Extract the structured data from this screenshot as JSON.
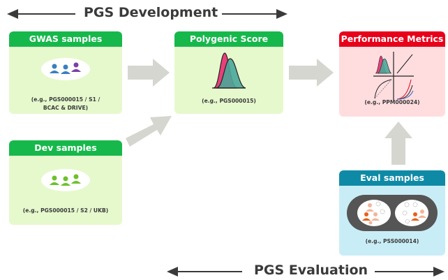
{
  "development": {
    "title": "PGS Development"
  },
  "evaluation": {
    "title": "PGS Evaluation"
  },
  "gwas": {
    "header": "GWAS samples",
    "example_line1": "(e.g., PGS000015 / S1 /",
    "example_line2": "BCAC & DRIVE)"
  },
  "dev": {
    "header": "Dev samples",
    "example": "(e.g., PGS000015 / S2 / UKB)"
  },
  "score": {
    "header": "Polygenic Score",
    "example": "(e.g., PGS000015)"
  },
  "metrics": {
    "header": "Performance Metrics",
    "example": "(e.g., PPM000024)"
  },
  "eval": {
    "header": "Eval samples",
    "example": "(e.g., PSS000014)"
  },
  "colors": {
    "green_header": "#17b84b",
    "green_bg": "#e6f9cd",
    "red_header": "#e8001a",
    "red_bg": "#ffdddf",
    "blue_header": "#0f8aa6",
    "blue_bg": "#c9edf7",
    "arrow": "#d6d6d0",
    "cases": "#e8407a",
    "controls": "#4aa79a"
  }
}
